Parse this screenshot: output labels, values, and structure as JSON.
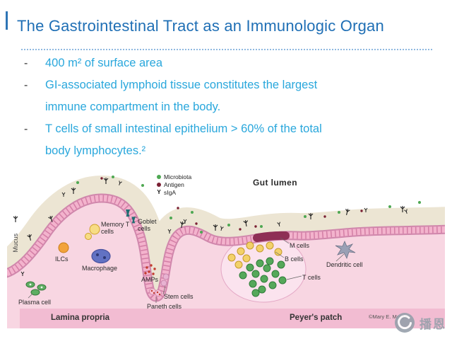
{
  "slide": {
    "title": "The Gastrointestinal Tract as an Immunologic Organ",
    "bullets": [
      {
        "marker": "-",
        "lines": [
          "400 m² of surface area"
        ]
      },
      {
        "marker": "-",
        "lines": [
          "GI-associated lymphoid tissue constitutes the largest",
          "immune compartment in the body."
        ]
      },
      {
        "marker": "-",
        "lines": [
          "T cells of small intestinal epithelium > 60% of the total",
          "body lymphocytes.²"
        ]
      }
    ]
  },
  "diagram": {
    "legend": {
      "microbiota": "Microbiota",
      "antigen": "Antigen",
      "siga": "sIgA"
    },
    "icons": {
      "siga": "Y"
    },
    "labels": {
      "gut_lumen": "Gut lumen",
      "mucus": "Mucus",
      "memory_t_cells": "Memory T cells",
      "goblet_cells": "Goblet cells",
      "ilcs": "ILCs",
      "macrophage": "Macrophage",
      "amps": "AMPs",
      "stem_cells": "Stem cells",
      "paneth_cells": "Paneth cells",
      "plasma_cell": "Plasma cell",
      "m_cells": "M cells",
      "b_cells": "B cells",
      "t_cells": "T cells",
      "dendritic_cell": "Dendritic cell",
      "lamina_propria": "Lamina propria",
      "peyers_patch": "Peyer's patch",
      "credit": "©Mary E. Morgan"
    },
    "colors": {
      "lumen_mucus": "#ece5d3",
      "tissue_pink": "#f8d6e2",
      "epithelium_pink": "#f3b3cd",
      "epithelium_border": "#d087ac",
      "bottom_strip": "#f2bcd2",
      "t_cell_green": "#55a85a",
      "b_cell_yellow": "#f3d169",
      "ilc_orange": "#f2a33c",
      "macrophage_blue": "#6272c3",
      "m_cell_maroon": "#8e2f55",
      "plasma_green": "#5fae63"
    }
  },
  "watermark": {
    "text": "播恩"
  },
  "theme": {
    "title_color": "#1f6fb5",
    "bullet_text_color": "#29a7dc",
    "bullet_marker_color": "#333333",
    "accent_bar_color": "#2e75b6",
    "divider_color": "#8fb9e0"
  }
}
